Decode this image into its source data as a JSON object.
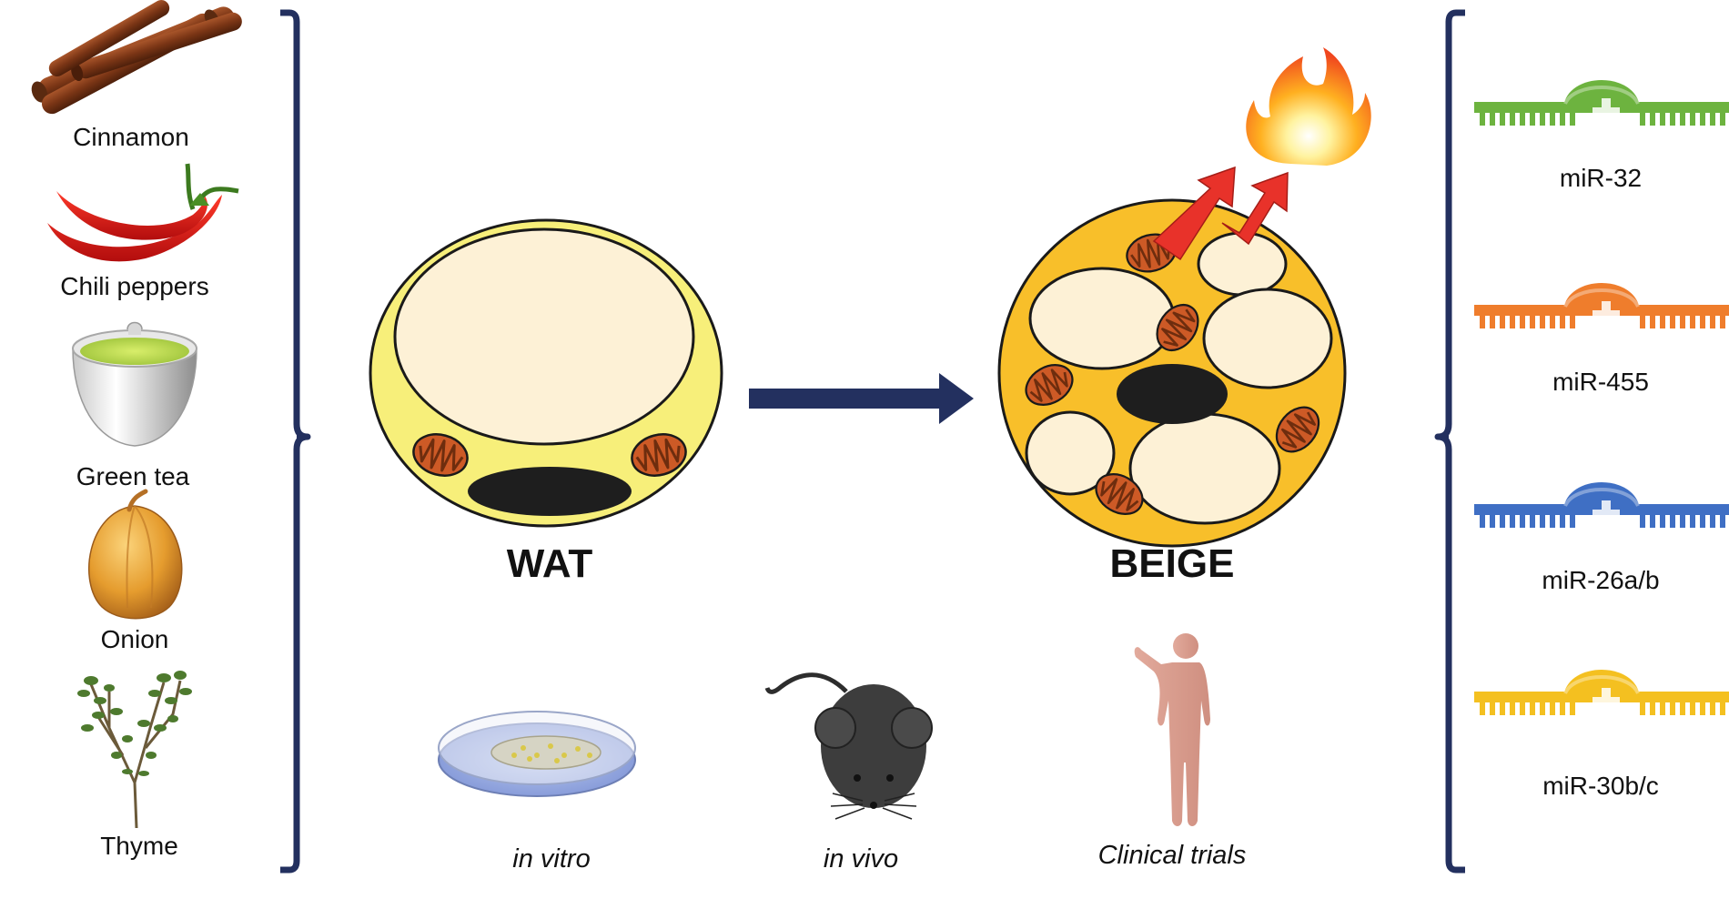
{
  "foods": [
    {
      "label": "Cinnamon",
      "icon": "cinnamon-icon"
    },
    {
      "label": "Chili peppers",
      "icon": "chili-pepper-icon"
    },
    {
      "label": "Green tea",
      "icon": "green-tea-icon"
    },
    {
      "label": "Onion",
      "icon": "onion-icon"
    },
    {
      "label": "Thyme",
      "icon": "thyme-icon"
    }
  ],
  "cells": {
    "wat_label": "WAT",
    "beige_label": "BEIGE"
  },
  "models": [
    {
      "label": "in vitro",
      "icon": "petri-dish-icon"
    },
    {
      "label": "in vivo",
      "icon": "mouse-icon"
    },
    {
      "label": "Clinical trials",
      "icon": "human-icon"
    }
  ],
  "mirnas": [
    {
      "label": "miR-32",
      "color": "#6db33f"
    },
    {
      "label": "miR-455",
      "color": "#ef7d2c"
    },
    {
      "label": "miR-26a/b",
      "color": "#3f6fc4"
    },
    {
      "label": "miR-30b/c",
      "color": "#f4c020"
    }
  ],
  "colors": {
    "bracket": "#23305f",
    "arrow": "#23305f",
    "wat_cytoplasm": "#f7ef7a",
    "lipid": "#fdf1d6",
    "beige_cytoplasm": "#f8bf2a",
    "mitochondria": "#cd5a26",
    "heat_arrow": "#e8322a"
  }
}
